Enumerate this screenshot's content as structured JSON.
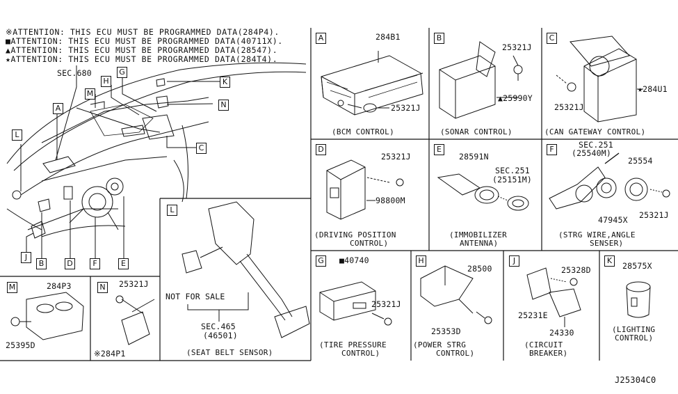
{
  "attention": [
    {
      "mark": "※",
      "text": "ATTENTION: THIS ECU MUST BE PROGRAMMED DATA(284P4)."
    },
    {
      "mark": "■",
      "text": "ATTENTION: THIS ECU MUST BE PROGRAMMED DATA(40711X)."
    },
    {
      "mark": "▲",
      "text": "ATTENTION: THIS ECU MUST BE PROGRAMMED DATA(28547)."
    },
    {
      "mark": "★",
      "text": "ATTENTION: THIS ECU MUST BE PROGRAMMED DATA(284T4)."
    }
  ],
  "overview": {
    "sec680": "SEC.680",
    "callouts": [
      "A",
      "B",
      "C",
      "D",
      "E",
      "F",
      "G",
      "H",
      "J",
      "K",
      "L",
      "M",
      "N"
    ]
  },
  "panels": {
    "A": {
      "letter": "A",
      "parts": [
        "284B1",
        "25321J"
      ],
      "caption": "(BCM CONTROL)"
    },
    "B": {
      "letter": "B",
      "parts": [
        "25321J",
        "▲25990Y"
      ],
      "caption": "(SONAR CONTROL)"
    },
    "C": {
      "letter": "C",
      "parts": [
        "★284U1",
        "25321J"
      ],
      "caption": "(CAN GATEWAY CONTROL)"
    },
    "D": {
      "letter": "D",
      "parts": [
        "25321J",
        "98800M"
      ],
      "caption1": "(DRIVING POSITION",
      "caption2": "CONTROL)"
    },
    "E": {
      "letter": "E",
      "parts": [
        "28591N",
        "SEC.251",
        "(25151M)"
      ],
      "caption1": "(IMMOBILIZER",
      "caption2": "ANTENNA)"
    },
    "F": {
      "letter": "F",
      "parts": [
        "SEC.251",
        "(25540M)",
        "25554",
        "47945X",
        "25321J"
      ],
      "caption1": "(STRG WIRE,ANGLE",
      "caption2": "SENSER)"
    },
    "L": {
      "letter": "L",
      "parts": [
        "NOT FOR SALE",
        "SEC.465",
        "(46501)"
      ],
      "caption": "(SEAT BELT SENSOR)"
    },
    "M": {
      "letter": "M",
      "parts": [
        "284P3",
        "25395D"
      ]
    },
    "N": {
      "letter": "N",
      "parts": [
        "25321J",
        "※284P1"
      ]
    },
    "G": {
      "letter": "G",
      "parts": [
        "■40740",
        "25321J"
      ],
      "caption1": "(TIRE PRESSURE",
      "caption2": "CONTROL)"
    },
    "H": {
      "letter": "H",
      "parts": [
        "28500",
        "25353D"
      ],
      "caption1": "(POWER STRG",
      "caption2": "CONTROL)"
    },
    "J": {
      "letter": "J",
      "parts": [
        "25328D",
        "25231E",
        "24330"
      ],
      "caption1": "(CIRCUIT",
      "caption2": "BREAKER)"
    },
    "K": {
      "letter": "K",
      "parts": [
        "28575X"
      ],
      "caption1": "(LIGHTING",
      "caption2": "CONTROL)"
    }
  },
  "diagram_id": "J25304C0"
}
